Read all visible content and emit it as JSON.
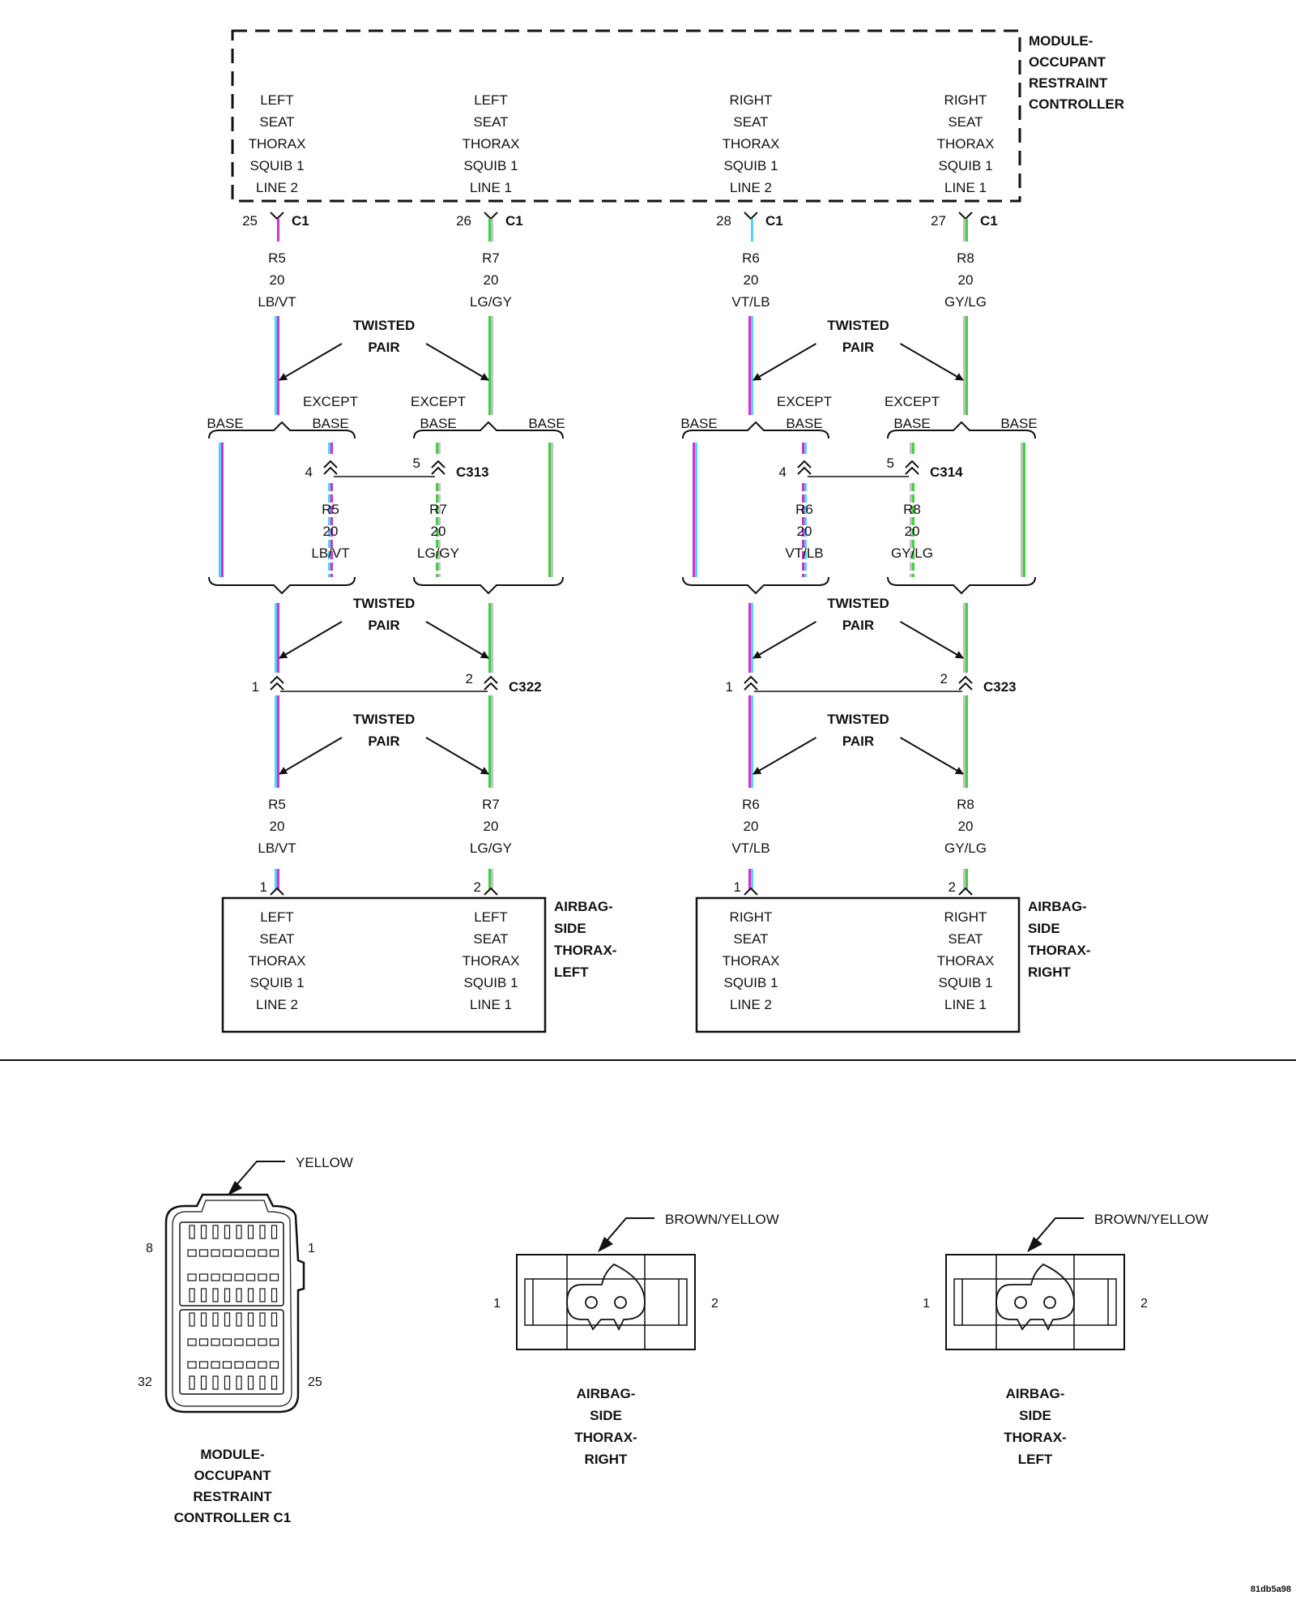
{
  "colors": {
    "light_blue": "#4fd4f5",
    "violet": "#d62fd6",
    "light_green": "#3fd23f",
    "gray": "#c0c0c0",
    "line": "#111111"
  },
  "module": {
    "title": [
      "MODULE-",
      "OCCUPANT",
      "RESTRAINT",
      "CONTROLLER"
    ],
    "connector": "C1",
    "circuits": [
      {
        "lines": [
          "LEFT",
          "SEAT",
          "THORAX",
          "SQUIB 1",
          "LINE 2"
        ],
        "pin": "25"
      },
      {
        "lines": [
          "LEFT",
          "SEAT",
          "THORAX",
          "SQUIB 1",
          "LINE 1"
        ],
        "pin": "26"
      },
      {
        "lines": [
          "RIGHT",
          "SEAT",
          "THORAX",
          "SQUIB 1",
          "LINE 2"
        ],
        "pin": "28"
      },
      {
        "lines": [
          "RIGHT",
          "SEAT",
          "THORAX",
          "SQUIB 1",
          "LINE 1"
        ],
        "pin": "27"
      }
    ]
  },
  "wires": [
    {
      "circuit": "R5",
      "gauge": "20",
      "color": "LB/VT"
    },
    {
      "circuit": "R7",
      "gauge": "20",
      "color": "LG/GY"
    },
    {
      "circuit": "R6",
      "gauge": "20",
      "color": "VT/LB"
    },
    {
      "circuit": "R8",
      "gauge": "20",
      "color": "GY/LG"
    }
  ],
  "labels": {
    "twisted": "TWISTED",
    "pair": "PAIR",
    "except": "EXCEPT",
    "base": "BASE"
  },
  "inline_connectors": {
    "left_except": {
      "name": "C313",
      "pin_a": "4",
      "pin_b": "5"
    },
    "right_except": {
      "name": "C314",
      "pin_a": "4",
      "pin_b": "5"
    },
    "left_main": {
      "name": "C322",
      "pin_a": "1",
      "pin_b": "2"
    },
    "right_main": {
      "name": "C323",
      "pin_a": "1",
      "pin_b": "2"
    }
  },
  "airbags": {
    "left": {
      "title": [
        "AIRBAG-",
        "SIDE",
        "THORAX-",
        "LEFT"
      ],
      "pins": [
        "1",
        "2"
      ],
      "col1": [
        "LEFT",
        "SEAT",
        "THORAX",
        "SQUIB 1",
        "LINE 2"
      ],
      "col2": [
        "LEFT",
        "SEAT",
        "THORAX",
        "SQUIB 1",
        "LINE 1"
      ]
    },
    "right": {
      "title": [
        "AIRBAG-",
        "SIDE",
        "THORAX-",
        "RIGHT"
      ],
      "pins": [
        "1",
        "2"
      ],
      "col1": [
        "RIGHT",
        "SEAT",
        "THORAX",
        "SQUIB 1",
        "LINE 2"
      ],
      "col2": [
        "RIGHT",
        "SEAT",
        "THORAX",
        "SQUIB 1",
        "LINE 1"
      ]
    }
  },
  "connector_views": {
    "module_c1": {
      "color_label": "YELLOW",
      "pins": [
        "8",
        "1",
        "32",
        "25"
      ],
      "title": [
        "MODULE-",
        "OCCUPANT",
        "RESTRAINT",
        "CONTROLLER C1"
      ]
    },
    "airbag_right": {
      "color_label": "BROWN/YELLOW",
      "pins": [
        "1",
        "2"
      ],
      "title": [
        "AIRBAG-",
        "SIDE",
        "THORAX-",
        "RIGHT"
      ]
    },
    "airbag_left": {
      "color_label": "BROWN/YELLOW",
      "pins": [
        "1",
        "2"
      ],
      "title": [
        "AIRBAG-",
        "SIDE",
        "THORAX-",
        "LEFT"
      ]
    }
  },
  "figure_id": "81db5a98"
}
